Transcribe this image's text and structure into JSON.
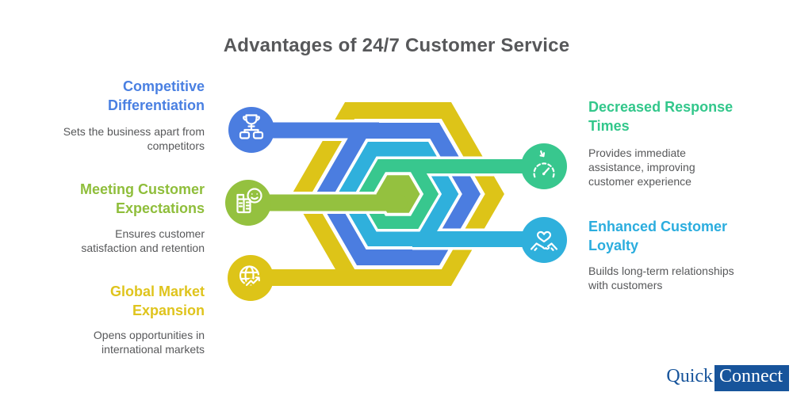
{
  "title": {
    "text": "Advantages of 24/7 Customer Service",
    "color": "#57585a"
  },
  "items": [
    {
      "id": "competitive-differentiation",
      "side": "left",
      "color": "#4a80e2",
      "icon": "trophy-hierarchy-icon",
      "heading": "Competitive Differentiation",
      "heading_lines": [
        "Competitive",
        "Differentiation"
      ],
      "description": "Sets the business apart from competitors",
      "description_lines": [
        "Sets the business apart from",
        "competitors"
      ]
    },
    {
      "id": "meeting-customer-expectations",
      "side": "left",
      "color": "#8fbe3b",
      "icon": "storefront-smiley-icon",
      "heading": "Meeting Customer Expectations",
      "heading_lines": [
        "Meeting Customer",
        "Expectations"
      ],
      "description": "Ensures customer satisfaction and retention",
      "description_lines": [
        "Ensures customer",
        "satisfaction and retention"
      ]
    },
    {
      "id": "global-market-expansion",
      "side": "left",
      "color": "#dfc41d",
      "icon": "globe-growth-icon",
      "heading": "Global Market Expansion",
      "heading_lines": [
        "Global Market",
        "Expansion"
      ],
      "description": "Opens opportunities in international markets",
      "description_lines": [
        "Opens opportunities in",
        "international markets"
      ]
    },
    {
      "id": "decreased-response-times",
      "side": "right",
      "color": "#32c78b",
      "icon": "gauge-arrow-icon",
      "heading": "Decreased Response Times",
      "heading_lines": [
        "Decreased Response",
        "Times"
      ],
      "description": "Provides immediate assistance, improving customer experience",
      "description_lines": [
        "Provides immediate",
        "assistance, improving",
        "customer experience"
      ]
    },
    {
      "id": "enhanced-customer-loyalty",
      "side": "right",
      "color": "#2badde",
      "icon": "handshake-heart-icon",
      "heading": "Enhanced Customer Loyalty",
      "heading_lines": [
        "Enhanced Customer",
        "Loyalty"
      ],
      "description": "Builds long-term relationships with customers",
      "description_lines": [
        "Builds long-term relationships",
        "with customers"
      ]
    }
  ],
  "diagram": {
    "hexagon_ring_colors": [
      "#ddc418",
      "#4b7de0",
      "#2fb0dc",
      "#38c78e",
      "#94c13f"
    ]
  },
  "logo": {
    "text_plain": "Quick",
    "text_boxed": "Connect",
    "color": "#17549b"
  }
}
